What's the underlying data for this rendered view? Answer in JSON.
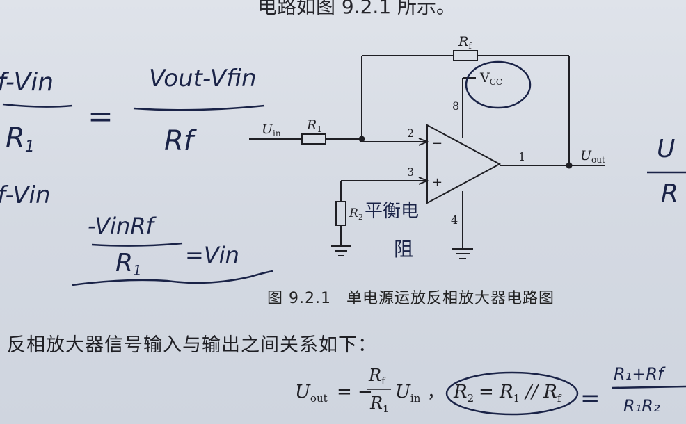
{
  "page_header": {
    "top_fragment": "电路如图 9.2.1 所示。"
  },
  "figure": {
    "caption_number": "图 9.2.1",
    "caption_title": "单电源运放反相放大器电路图",
    "labels": {
      "u_in": "U",
      "u_in_sub": "in",
      "r1": "R",
      "r1_sub": "1",
      "r2": "R",
      "r2_sub": "2",
      "rf": "R",
      "rf_sub": "f",
      "vcc": "V",
      "vcc_sub": "CC",
      "u_out": "U",
      "u_out_sub": "out",
      "pin_1": "1",
      "pin_2": "2",
      "pin_3": "3",
      "pin_4": "4",
      "pin_8": "8",
      "minus": "−",
      "plus": "+"
    }
  },
  "body_text": {
    "relation_line": "反相放大器信号输入与输出之间关系如下：",
    "formula": {
      "lhs": "U",
      "lhs_sub": "out",
      "eq": "= −",
      "num": "R",
      "num_sub": "f",
      "den": "R",
      "den_sub": "1",
      "term": "U",
      "term_sub": "in",
      "comma": "，",
      "r2_eq": "R",
      "r2_eq_sub": "2",
      "r2_rhs": "= R",
      "r2_rhs_sub": "1",
      "parallel": " // R",
      "parallel_sub": "f"
    }
  },
  "handwriting": {
    "eq1_num_left": "f-Vin",
    "eq1_den_left": "R",
    "eq1_den_left_sub": "1",
    "eq1_equals": "=",
    "eq1_num_right": "Vout-Vfin",
    "eq1_den_right": "Rf",
    "eq2_frag": "f-Vin",
    "eq3_num": "-VinRf",
    "eq3_den": "R",
    "eq3_den_sub": "1",
    "eq3_rhs": "=Vin",
    "r2_note_line1": "平衡电",
    "r2_note_line2": "阻",
    "right_frac_num": "U",
    "right_frac_den": "R",
    "bottom_right_num": "R₁+Rf",
    "bottom_right_den": "R₁R₂",
    "bottom_equals": "="
  },
  "colors": {
    "ink": "#1a2347",
    "print": "#1f1f24",
    "paper": "#d8dde6"
  }
}
